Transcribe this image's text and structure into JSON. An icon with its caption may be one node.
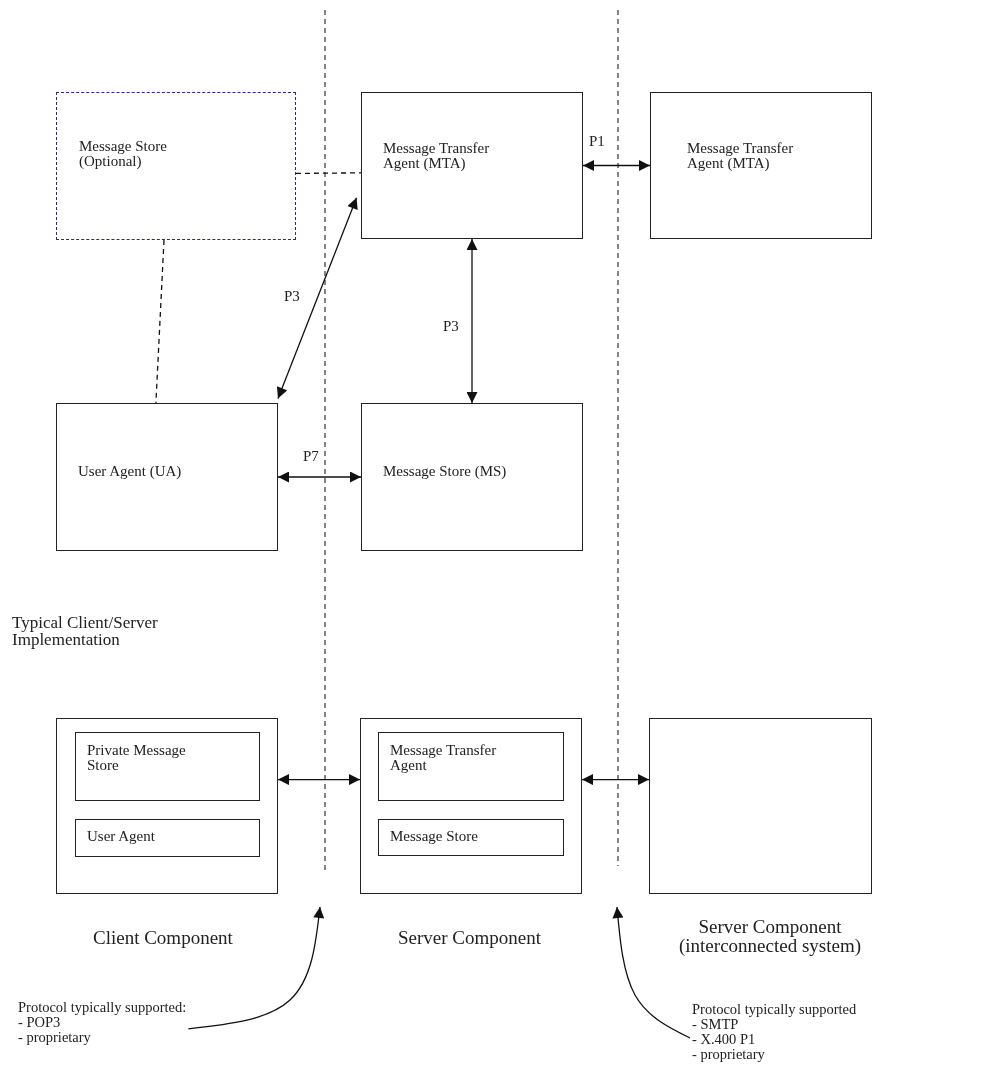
{
  "diagram": {
    "nodes": [
      {
        "text": [
          "Message Store (Optional)"
        ]
      },
      {
        "text": [
          "Message Transfer Agent (MTA)"
        ]
      },
      {
        "text": [
          "Message Transfer Agent (MTA)"
        ]
      },
      {
        "text": [
          "User Agent (UA)"
        ]
      },
      {
        "text": [
          "Message Store (MS)"
        ]
      },
      {
        "text": [],
        "shape": "box"
      },
      {
        "text": [
          "Private Message Store"
        ],
        "in": 5
      },
      {
        "text": [
          "User Agent"
        ],
        "in": 5
      },
      {
        "text": [],
        "shape": "box"
      },
      {
        "text": [
          "Message Transfer Agent"
        ],
        "in": 8
      },
      {
        "text": [
          "Message Store"
        ],
        "in": 8
      },
      {
        "text": [],
        "shape": "box"
      },
      {
        "text": [
          "Protocol typically supported:",
          "- POP3",
          "- proprietary"
        ]
      },
      {
        "text": [
          "Protocol typically supported",
          "- SMTP",
          "- X.400 P1",
          "- proprietary"
        ]
      }
    ],
    "edges": [
      {
        "from": 0,
        "to": 1,
        "arrow": "none",
        "style": "dashed"
      },
      {
        "from": 0,
        "to": 3,
        "arrow": "none",
        "style": "dashed"
      },
      {
        "from": 3,
        "to": 1,
        "arrow": "both",
        "label": "P3"
      },
      {
        "from": 1,
        "to": 2,
        "arrow": "both",
        "label": "P1"
      },
      {
        "from": 1,
        "to": 4,
        "arrow": "both",
        "label": "P3"
      },
      {
        "from": 3,
        "to": 4,
        "arrow": "both",
        "label": "P7"
      },
      {
        "from": 5,
        "to": 8,
        "arrow": "both"
      },
      {
        "from": 8,
        "to": 11,
        "arrow": "both"
      },
      {
        "from": 12,
        "to": null,
        "arrow": "to"
      },
      {
        "from": 13,
        "to": null,
        "arrow": "to"
      }
    ],
    "labels": [
      "Typical Client/Server Implementation",
      "Client Component",
      "Server Component",
      "Server Component (interconnected system)"
    ]
  }
}
